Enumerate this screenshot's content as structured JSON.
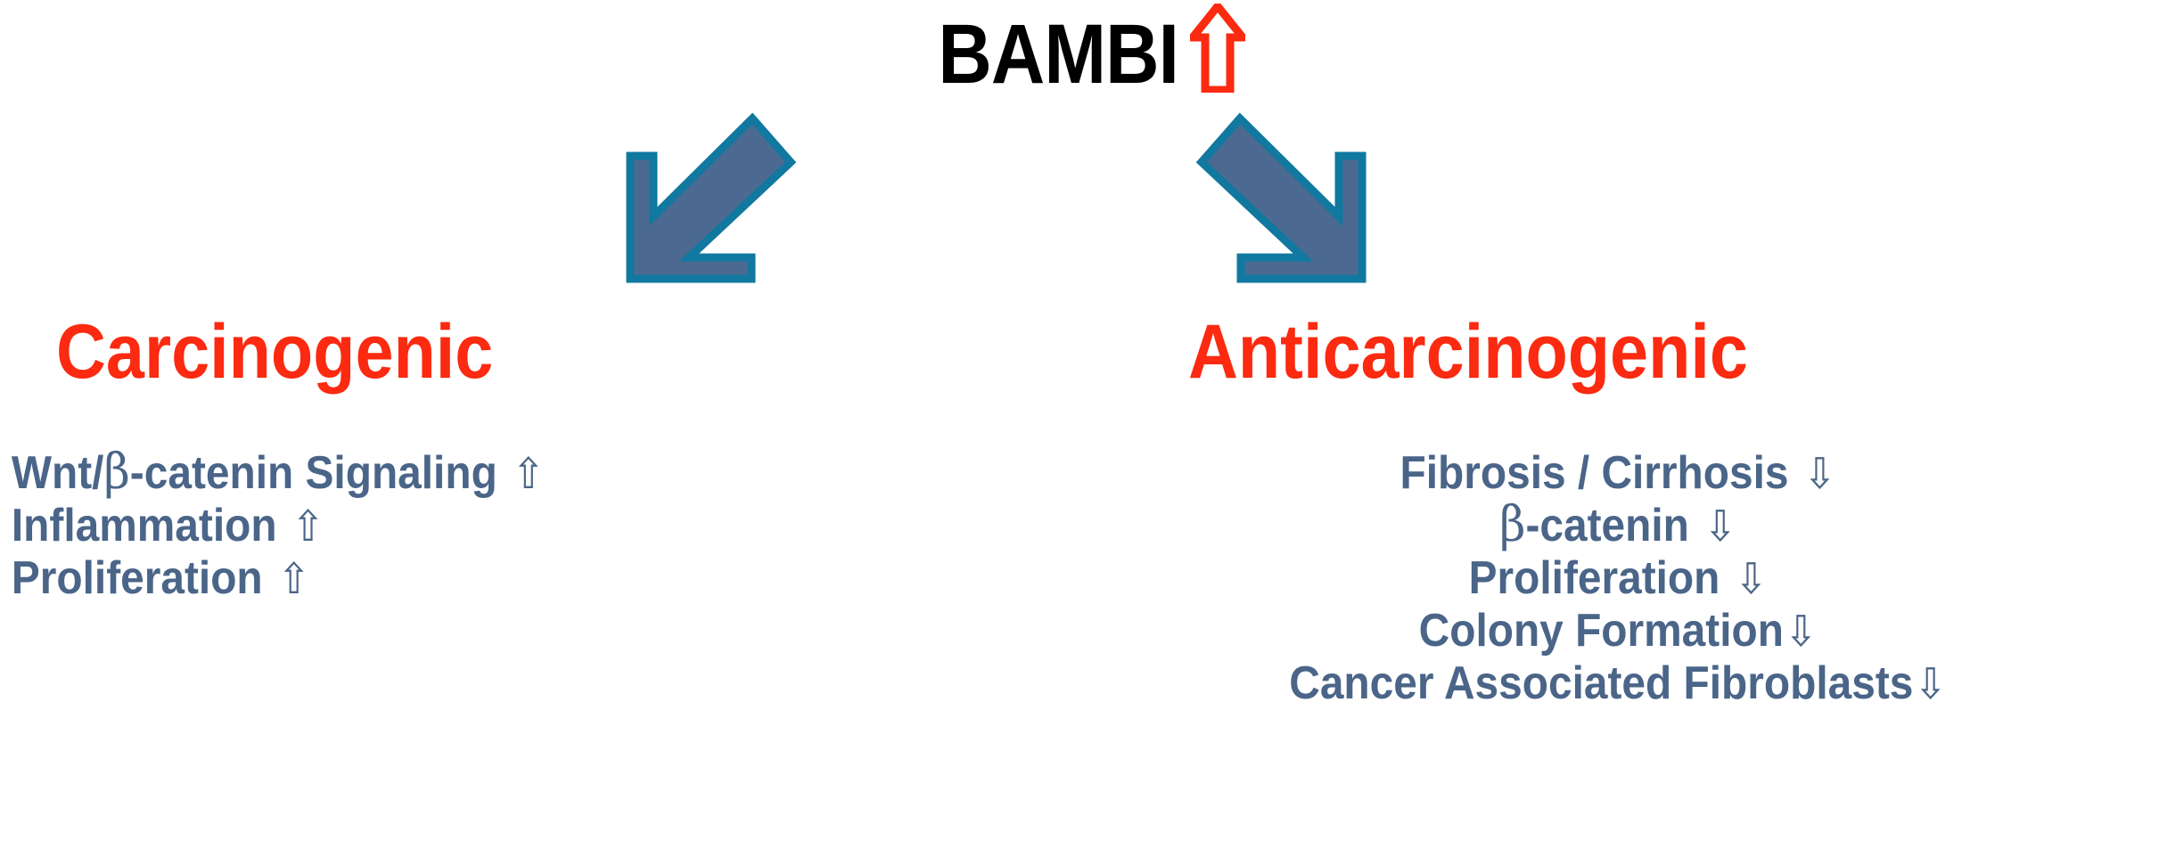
{
  "colors": {
    "red": "#FB2A10",
    "slate_text": "#4A6588",
    "arrow_fill": "#4C6A91",
    "arrow_outline": "#11789F",
    "background": "#FFFFFF"
  },
  "title": {
    "label": "BAMBI",
    "arrow_icon": "up-arrow-outline-icon",
    "arrow_direction": "up",
    "color": "#FB2A10"
  },
  "arrows": [
    {
      "name": "arrow-down-left",
      "direction": "down-left"
    },
    {
      "name": "arrow-down-right",
      "direction": "down-right"
    }
  ],
  "columns": [
    {
      "id": "carcinogenic",
      "heading": "Carcinogenic",
      "heading_color": "#FB2A10",
      "items": [
        {
          "prefix": "Wnt/",
          "beta": "β",
          "text": "-catenin Signaling",
          "arrow": "⇧",
          "direction": "up",
          "spaced": true
        },
        {
          "prefix": "",
          "beta": "",
          "text": "Inflammation",
          "arrow": "⇧",
          "direction": "up",
          "spaced": true
        },
        {
          "prefix": "",
          "beta": "",
          "text": "Proliferation",
          "arrow": "⇧",
          "direction": "up",
          "spaced": true
        }
      ]
    },
    {
      "id": "anticarcinogenic",
      "heading": "Anticarcinogenic",
      "heading_color": "#FB2A10",
      "items": [
        {
          "prefix": "",
          "beta": "",
          "text": "Fibrosis / Cirrhosis",
          "arrow": "⇩",
          "direction": "down",
          "spaced": true
        },
        {
          "prefix": "",
          "beta": "β",
          "text": "-catenin",
          "arrow": "⇩",
          "direction": "down",
          "spaced": true
        },
        {
          "prefix": "",
          "beta": "",
          "text": "Proliferation",
          "arrow": "⇩",
          "direction": "down",
          "spaced": true
        },
        {
          "prefix": "",
          "beta": "",
          "text": "Colony Formation",
          "arrow": "⇩",
          "direction": "down",
          "spaced": false
        },
        {
          "prefix": "",
          "beta": "",
          "text": "Cancer Associated Fibroblasts",
          "arrow": "⇩",
          "direction": "down",
          "spaced": false
        }
      ]
    }
  ]
}
